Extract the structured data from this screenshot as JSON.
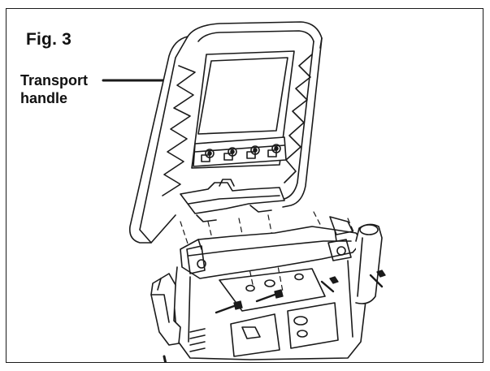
{
  "figure": {
    "label": "Fig. 3"
  },
  "callout": {
    "line1": "Transport",
    "line2": "handle"
  },
  "colors": {
    "line": "#1a1a1a",
    "background": "#ffffff",
    "shade": "#d9d9d9"
  }
}
